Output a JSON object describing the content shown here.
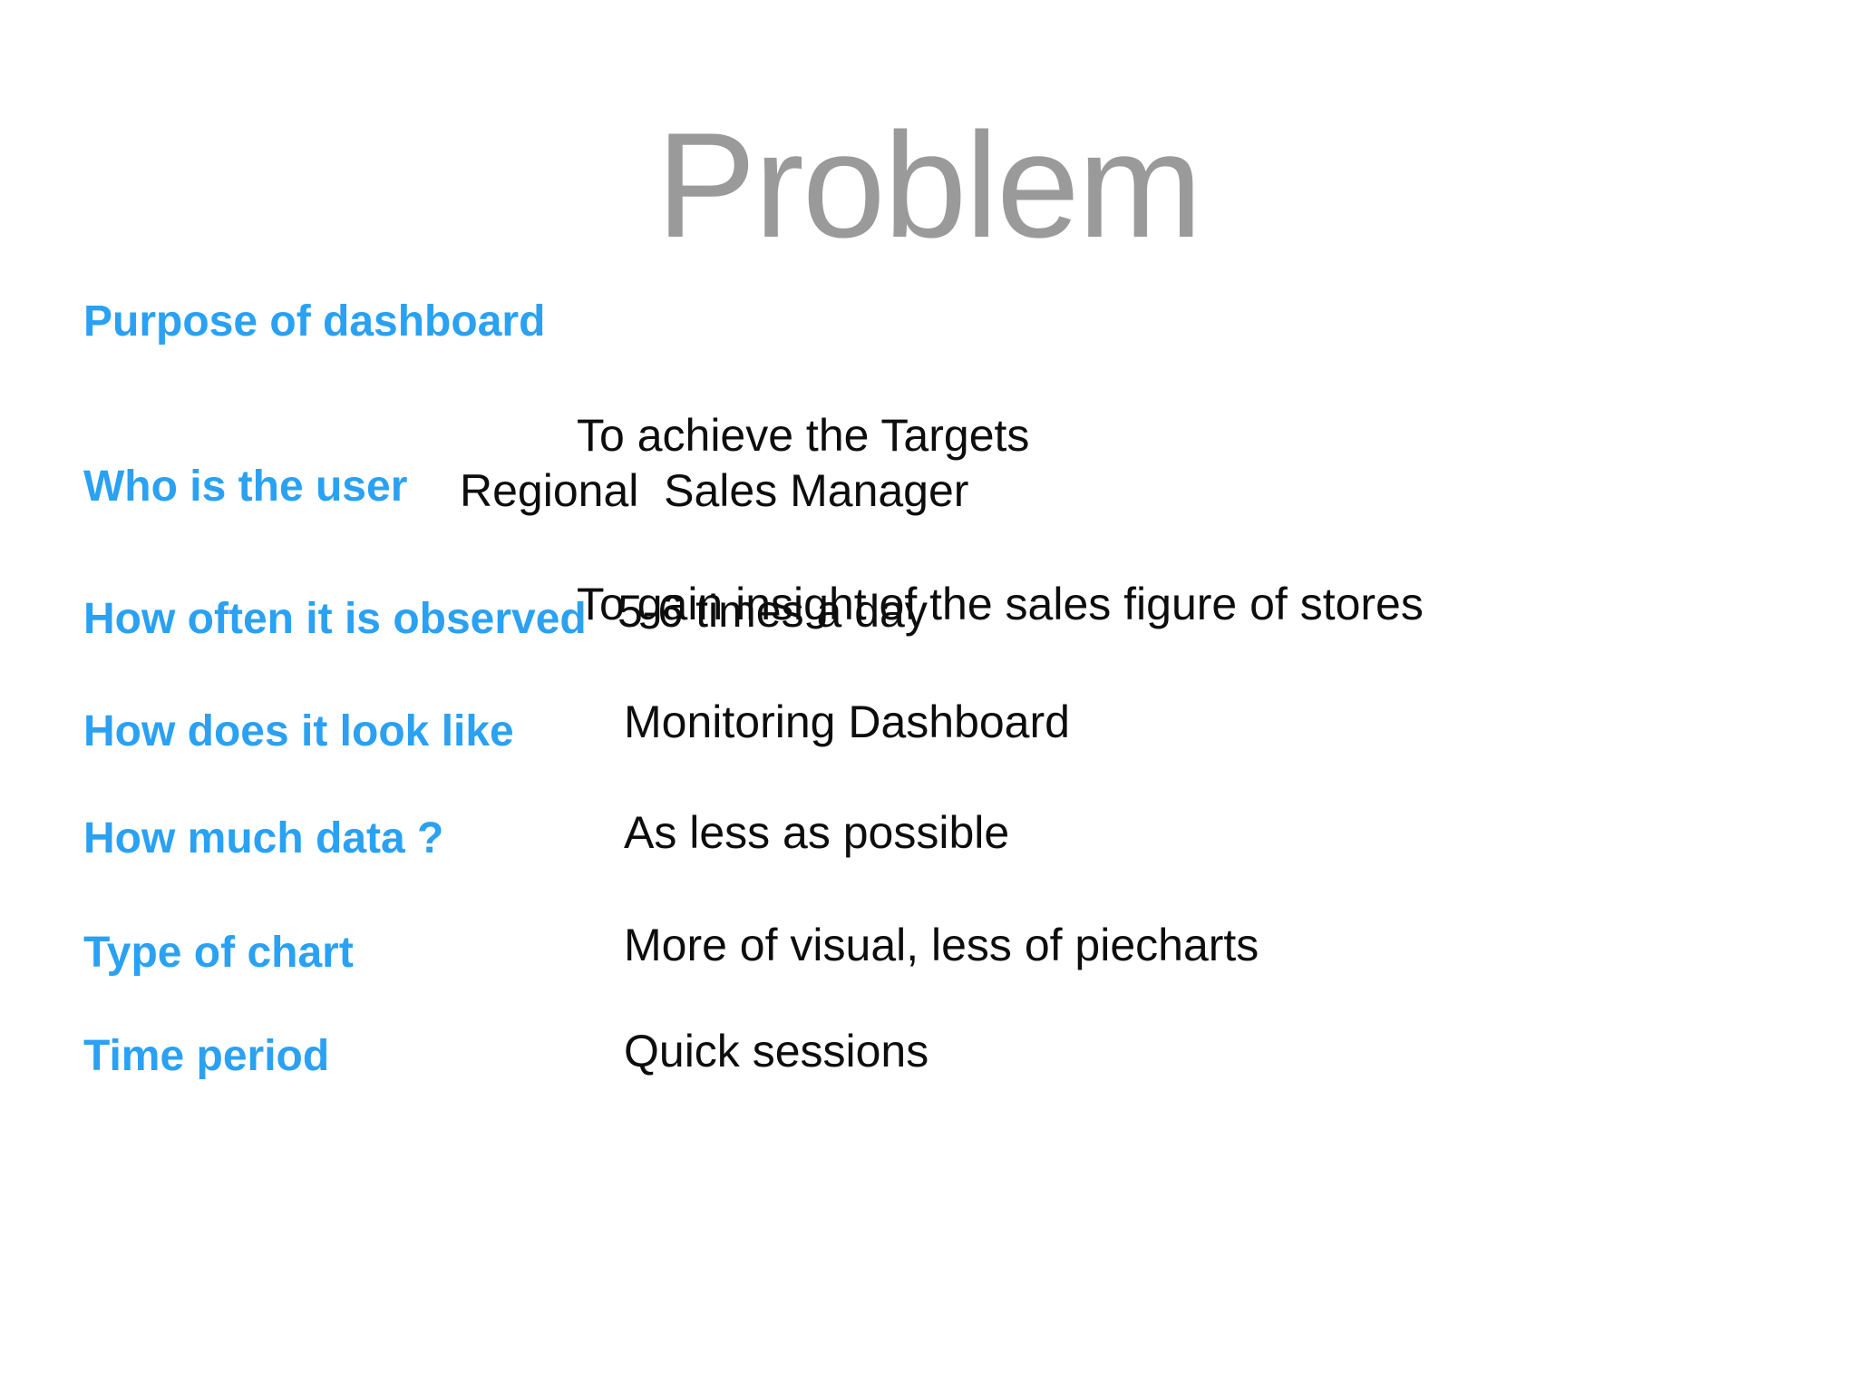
{
  "slide": {
    "title": "Problem",
    "colors": {
      "label_blue": "#2AA1F2",
      "title_gray": "#9A9A9A",
      "value_black": "#0D0D0D",
      "background": "#FFFFFF"
    },
    "rows": [
      {
        "label": "Purpose of dashboard",
        "values": [
          "To achieve the Targets",
          "To gain insight of the sales figure of stores"
        ]
      },
      {
        "label": "Who is the user",
        "values": [
          "Regional  Sales Manager"
        ]
      },
      {
        "label": "How often it is observed",
        "values": [
          "5-6 times a day"
        ]
      },
      {
        "label": "How does it look like",
        "values": [
          "Monitoring Dashboard"
        ]
      },
      {
        "label": "How much data ?",
        "values": [
          "As less as possible"
        ]
      },
      {
        "label": "Type of chart",
        "values": [
          "More of visual, less of piecharts"
        ]
      },
      {
        "label": "Time period",
        "values": [
          "Quick sessions"
        ]
      }
    ]
  }
}
